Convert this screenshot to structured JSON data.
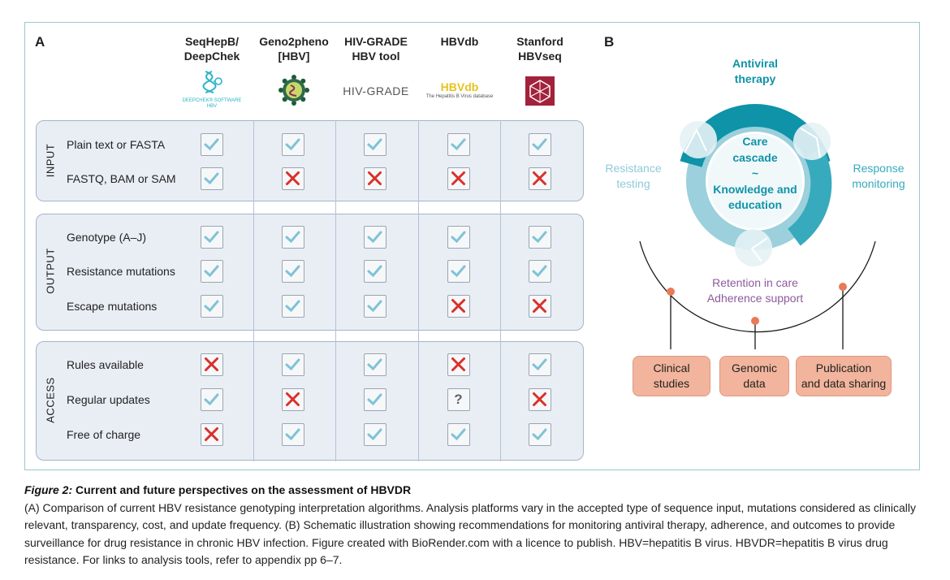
{
  "panel_a_letter": "A",
  "panel_b_letter": "B",
  "tools": [
    {
      "name_line1": "SeqHepB/",
      "name_line2": "DeepChek",
      "logo_text1": "DEEPCHEK® SOFTWARE",
      "logo_text2": "HBV"
    },
    {
      "name_line1": "Geno2pheno",
      "name_line2": "[HBV]"
    },
    {
      "name_line1": "HIV-GRADE",
      "name_line2": "HBV tool",
      "logo_text1": "HIV-GRADE"
    },
    {
      "name_line1": "HBVdb",
      "name_line2": "",
      "logo_text1": "HBVdb",
      "logo_text2": "The Hepatitis B Virus database"
    },
    {
      "name_line1": "Stanford",
      "name_line2": "HBVseq"
    }
  ],
  "groups": [
    {
      "label": "INPUT",
      "rows": [
        {
          "label": "Plain text or FASTA",
          "values": [
            "check",
            "check",
            "check",
            "check",
            "check"
          ]
        },
        {
          "label": "FASTQ, BAM or SAM",
          "values": [
            "check",
            "cross",
            "cross",
            "cross",
            "cross"
          ]
        }
      ]
    },
    {
      "label": "OUTPUT",
      "rows": [
        {
          "label": "Genotype (A–J)",
          "values": [
            "check",
            "check",
            "check",
            "check",
            "check"
          ]
        },
        {
          "label": "Resistance mutations",
          "values": [
            "check",
            "check",
            "check",
            "check",
            "check"
          ]
        },
        {
          "label": "Escape mutations",
          "values": [
            "check",
            "check",
            "check",
            "cross",
            "cross"
          ]
        }
      ]
    },
    {
      "label": "ACCESS",
      "rows": [
        {
          "label": "Rules available",
          "values": [
            "cross",
            "check",
            "check",
            "cross",
            "check"
          ]
        },
        {
          "label": "Regular updates",
          "values": [
            "check",
            "cross",
            "check",
            "unknown",
            "cross"
          ]
        },
        {
          "label": "Free of charge",
          "values": [
            "cross",
            "check",
            "check",
            "check",
            "check"
          ]
        }
      ]
    }
  ],
  "unknown_symbol": "?",
  "cycle": {
    "top_line1": "Antiviral",
    "top_line2": "therapy",
    "left_line1": "Resistance",
    "left_line2": "testing",
    "right_line1": "Response",
    "right_line2": "monitoring",
    "center_line1": "Care",
    "center_line2": "cascade",
    "center_line3": "~",
    "center_line4": "Knowledge and",
    "center_line5": "education",
    "bottom_line1": "Retention in care",
    "bottom_line2": "Adherence support"
  },
  "outputs": [
    {
      "line1": "Clinical",
      "line2": "studies"
    },
    {
      "line1": "Genomic",
      "line2": "data"
    },
    {
      "line1": "Publication",
      "line2": "and data sharing"
    }
  ],
  "colors": {
    "check": "#7fc3d6",
    "cross": "#d9302a",
    "cycle_dark": "#0e93a8",
    "cycle_light": "#9bd0dc",
    "purple": "#8e5a9c",
    "orange_box": "#f2b49c"
  },
  "caption": {
    "figure_label": "Figure 2:",
    "title": "Current and future perspectives on the assessment of HBVDR",
    "body": "(A) Comparison of current HBV resistance genotyping interpretation algorithms. Analysis platforms vary in the accepted type of sequence input, mutations considered as clinically relevant, transparency, cost, and update frequency. (B) Schematic illustration showing recommendations for monitoring antiviral therapy, adherence, and outcomes to provide surveillance for drug resistance in chronic HBV infection. Figure created with BioRender.com with a licence to publish. HBV=hepatitis B virus. HBVDR=hepatitis B virus drug resistance. For links to analysis tools, refer to appendix pp 6–7."
  }
}
